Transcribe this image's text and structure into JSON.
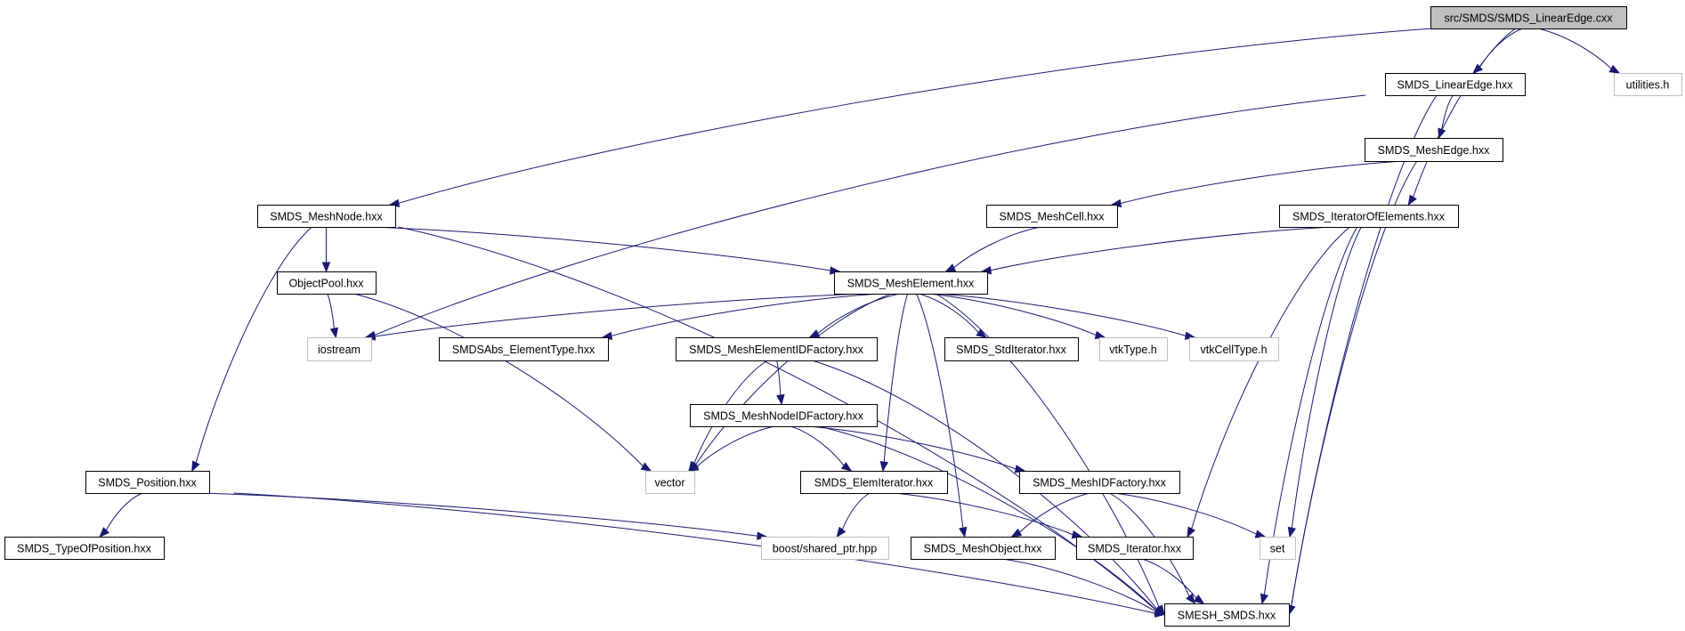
{
  "graph": {
    "title": "Include dependency graph for src/SMDS/SMDS_LinearEdge.cxx",
    "colors": {
      "edge": "#191970",
      "root_fill": "#bfbfbf",
      "documented_border": "#000000",
      "external_border": "#bfbfbf"
    },
    "nodes": [
      {
        "id": "root",
        "label": "src/SMDS/SMDS_LinearEdge.cxx",
        "kind": "root"
      },
      {
        "id": "linearedge_hxx",
        "label": "SMDS_LinearEdge.hxx",
        "kind": "documented"
      },
      {
        "id": "utilities_h",
        "label": "utilities.h",
        "kind": "external"
      },
      {
        "id": "meshedge_hxx",
        "label": "SMDS_MeshEdge.hxx",
        "kind": "documented"
      },
      {
        "id": "meshnode_hxx",
        "label": "SMDS_MeshNode.hxx",
        "kind": "documented"
      },
      {
        "id": "meshcell_hxx",
        "label": "SMDS_MeshCell.hxx",
        "kind": "documented"
      },
      {
        "id": "iteratorofelements_hxx",
        "label": "SMDS_IteratorOfElements.hxx",
        "kind": "documented"
      },
      {
        "id": "objectpool_hxx",
        "label": "ObjectPool.hxx",
        "kind": "documented"
      },
      {
        "id": "meshelement_hxx",
        "label": "SMDS_MeshElement.hxx",
        "kind": "documented"
      },
      {
        "id": "iostream",
        "label": "iostream",
        "kind": "external"
      },
      {
        "id": "smdsabs_elementtype_hxx",
        "label": "SMDSAbs_ElementType.hxx",
        "kind": "documented"
      },
      {
        "id": "meshelementidfactory_hxx",
        "label": "SMDS_MeshElementIDFactory.hxx",
        "kind": "documented"
      },
      {
        "id": "stditerator_hxx",
        "label": "SMDS_StdIterator.hxx",
        "kind": "documented"
      },
      {
        "id": "vtktype_h",
        "label": "vtkType.h",
        "kind": "external"
      },
      {
        "id": "vtkcelltype_h",
        "label": "vtkCellType.h",
        "kind": "external"
      },
      {
        "id": "meshnodeidfactory_hxx",
        "label": "SMDS_MeshNodeIDFactory.hxx",
        "kind": "documented"
      },
      {
        "id": "position_hxx",
        "label": "SMDS_Position.hxx",
        "kind": "documented"
      },
      {
        "id": "vector",
        "label": "vector",
        "kind": "external"
      },
      {
        "id": "elemiterator_hxx",
        "label": "SMDS_ElemIterator.hxx",
        "kind": "documented"
      },
      {
        "id": "meshidfactory_hxx",
        "label": "SMDS_MeshIDFactory.hxx",
        "kind": "documented"
      },
      {
        "id": "typeofposition_hxx",
        "label": "SMDS_TypeOfPosition.hxx",
        "kind": "documented"
      },
      {
        "id": "boost_shared_ptr_hpp",
        "label": "boost/shared_ptr.hpp",
        "kind": "external"
      },
      {
        "id": "meshobject_hxx",
        "label": "SMDS_MeshObject.hxx",
        "kind": "documented"
      },
      {
        "id": "iterator_hxx",
        "label": "SMDS_Iterator.hxx",
        "kind": "documented"
      },
      {
        "id": "set",
        "label": "set",
        "kind": "external"
      },
      {
        "id": "smesh_smds_hxx",
        "label": "SMESH_SMDS.hxx",
        "kind": "documented"
      }
    ],
    "edges": [
      [
        "root",
        "linearedge_hxx"
      ],
      [
        "root",
        "utilities_h"
      ],
      [
        "root",
        "meshnode_hxx"
      ],
      [
        "root",
        "iteratorofelements_hxx"
      ],
      [
        "linearedge_hxx",
        "meshedge_hxx"
      ],
      [
        "linearedge_hxx",
        "iostream"
      ],
      [
        "linearedge_hxx",
        "smesh_smds_hxx"
      ],
      [
        "meshedge_hxx",
        "meshcell_hxx"
      ],
      [
        "meshedge_hxx",
        "smesh_smds_hxx"
      ],
      [
        "meshcell_hxx",
        "meshelement_hxx"
      ],
      [
        "iteratorofelements_hxx",
        "meshelement_hxx"
      ],
      [
        "iteratorofelements_hxx",
        "iterator_hxx"
      ],
      [
        "iteratorofelements_hxx",
        "set"
      ],
      [
        "iteratorofelements_hxx",
        "smesh_smds_hxx"
      ],
      [
        "meshnode_hxx",
        "objectpool_hxx"
      ],
      [
        "meshnode_hxx",
        "meshelement_hxx"
      ],
      [
        "meshnode_hxx",
        "position_hxx"
      ],
      [
        "meshnode_hxx",
        "smesh_smds_hxx"
      ],
      [
        "objectpool_hxx",
        "iostream"
      ],
      [
        "objectpool_hxx",
        "vector"
      ],
      [
        "meshelement_hxx",
        "iostream"
      ],
      [
        "meshelement_hxx",
        "smdsabs_elementtype_hxx"
      ],
      [
        "meshelement_hxx",
        "meshelementidfactory_hxx"
      ],
      [
        "meshelement_hxx",
        "stditerator_hxx"
      ],
      [
        "meshelement_hxx",
        "vtktype_h"
      ],
      [
        "meshelement_hxx",
        "vtkcelltype_h"
      ],
      [
        "meshelement_hxx",
        "vector"
      ],
      [
        "meshelement_hxx",
        "elemiterator_hxx"
      ],
      [
        "meshelement_hxx",
        "meshobject_hxx"
      ],
      [
        "meshelement_hxx",
        "smesh_smds_hxx"
      ],
      [
        "meshelementidfactory_hxx",
        "meshnodeidfactory_hxx"
      ],
      [
        "meshelementidfactory_hxx",
        "vector"
      ],
      [
        "meshelementidfactory_hxx",
        "smesh_smds_hxx"
      ],
      [
        "meshnodeidfactory_hxx",
        "vector"
      ],
      [
        "meshnodeidfactory_hxx",
        "elemiterator_hxx"
      ],
      [
        "meshnodeidfactory_hxx",
        "meshidfactory_hxx"
      ],
      [
        "meshnodeidfactory_hxx",
        "smesh_smds_hxx"
      ],
      [
        "elemiterator_hxx",
        "boost_shared_ptr_hpp"
      ],
      [
        "elemiterator_hxx",
        "iterator_hxx"
      ],
      [
        "meshidfactory_hxx",
        "meshobject_hxx"
      ],
      [
        "meshidfactory_hxx",
        "set"
      ],
      [
        "meshidfactory_hxx",
        "smesh_smds_hxx"
      ],
      [
        "position_hxx",
        "typeofposition_hxx"
      ],
      [
        "position_hxx",
        "boost_shared_ptr_hpp"
      ],
      [
        "position_hxx",
        "smesh_smds_hxx"
      ],
      [
        "meshobject_hxx",
        "smesh_smds_hxx"
      ],
      [
        "iterator_hxx",
        "smesh_smds_hxx"
      ]
    ]
  }
}
